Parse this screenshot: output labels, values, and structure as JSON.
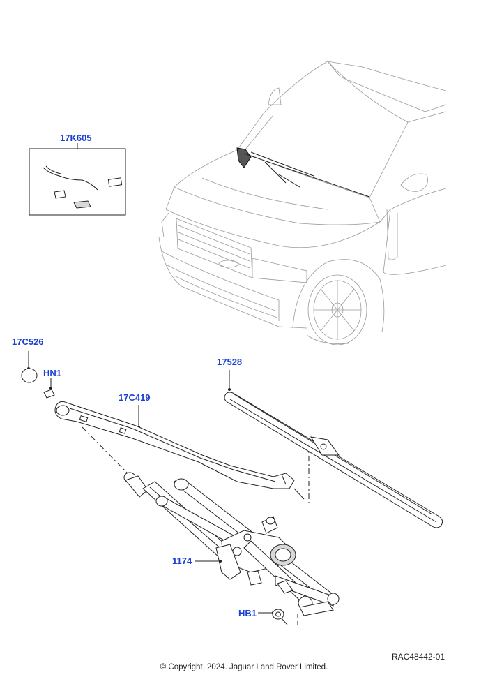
{
  "callouts": {
    "c17k605": "17K605",
    "c17c526": "17C526",
    "chn1": "HN1",
    "c17c419": "17C419",
    "c17528": "17528",
    "c1174": "1174",
    "chb1": "HB1"
  },
  "footer": {
    "reference": "RAC48442-01",
    "copyright": "© Copyright, 2024. Jaguar Land Rover Limited."
  },
  "colors": {
    "callout_text": "#1a3fd4",
    "line": "#222222",
    "vehicle_line": "#9a9a9a"
  }
}
